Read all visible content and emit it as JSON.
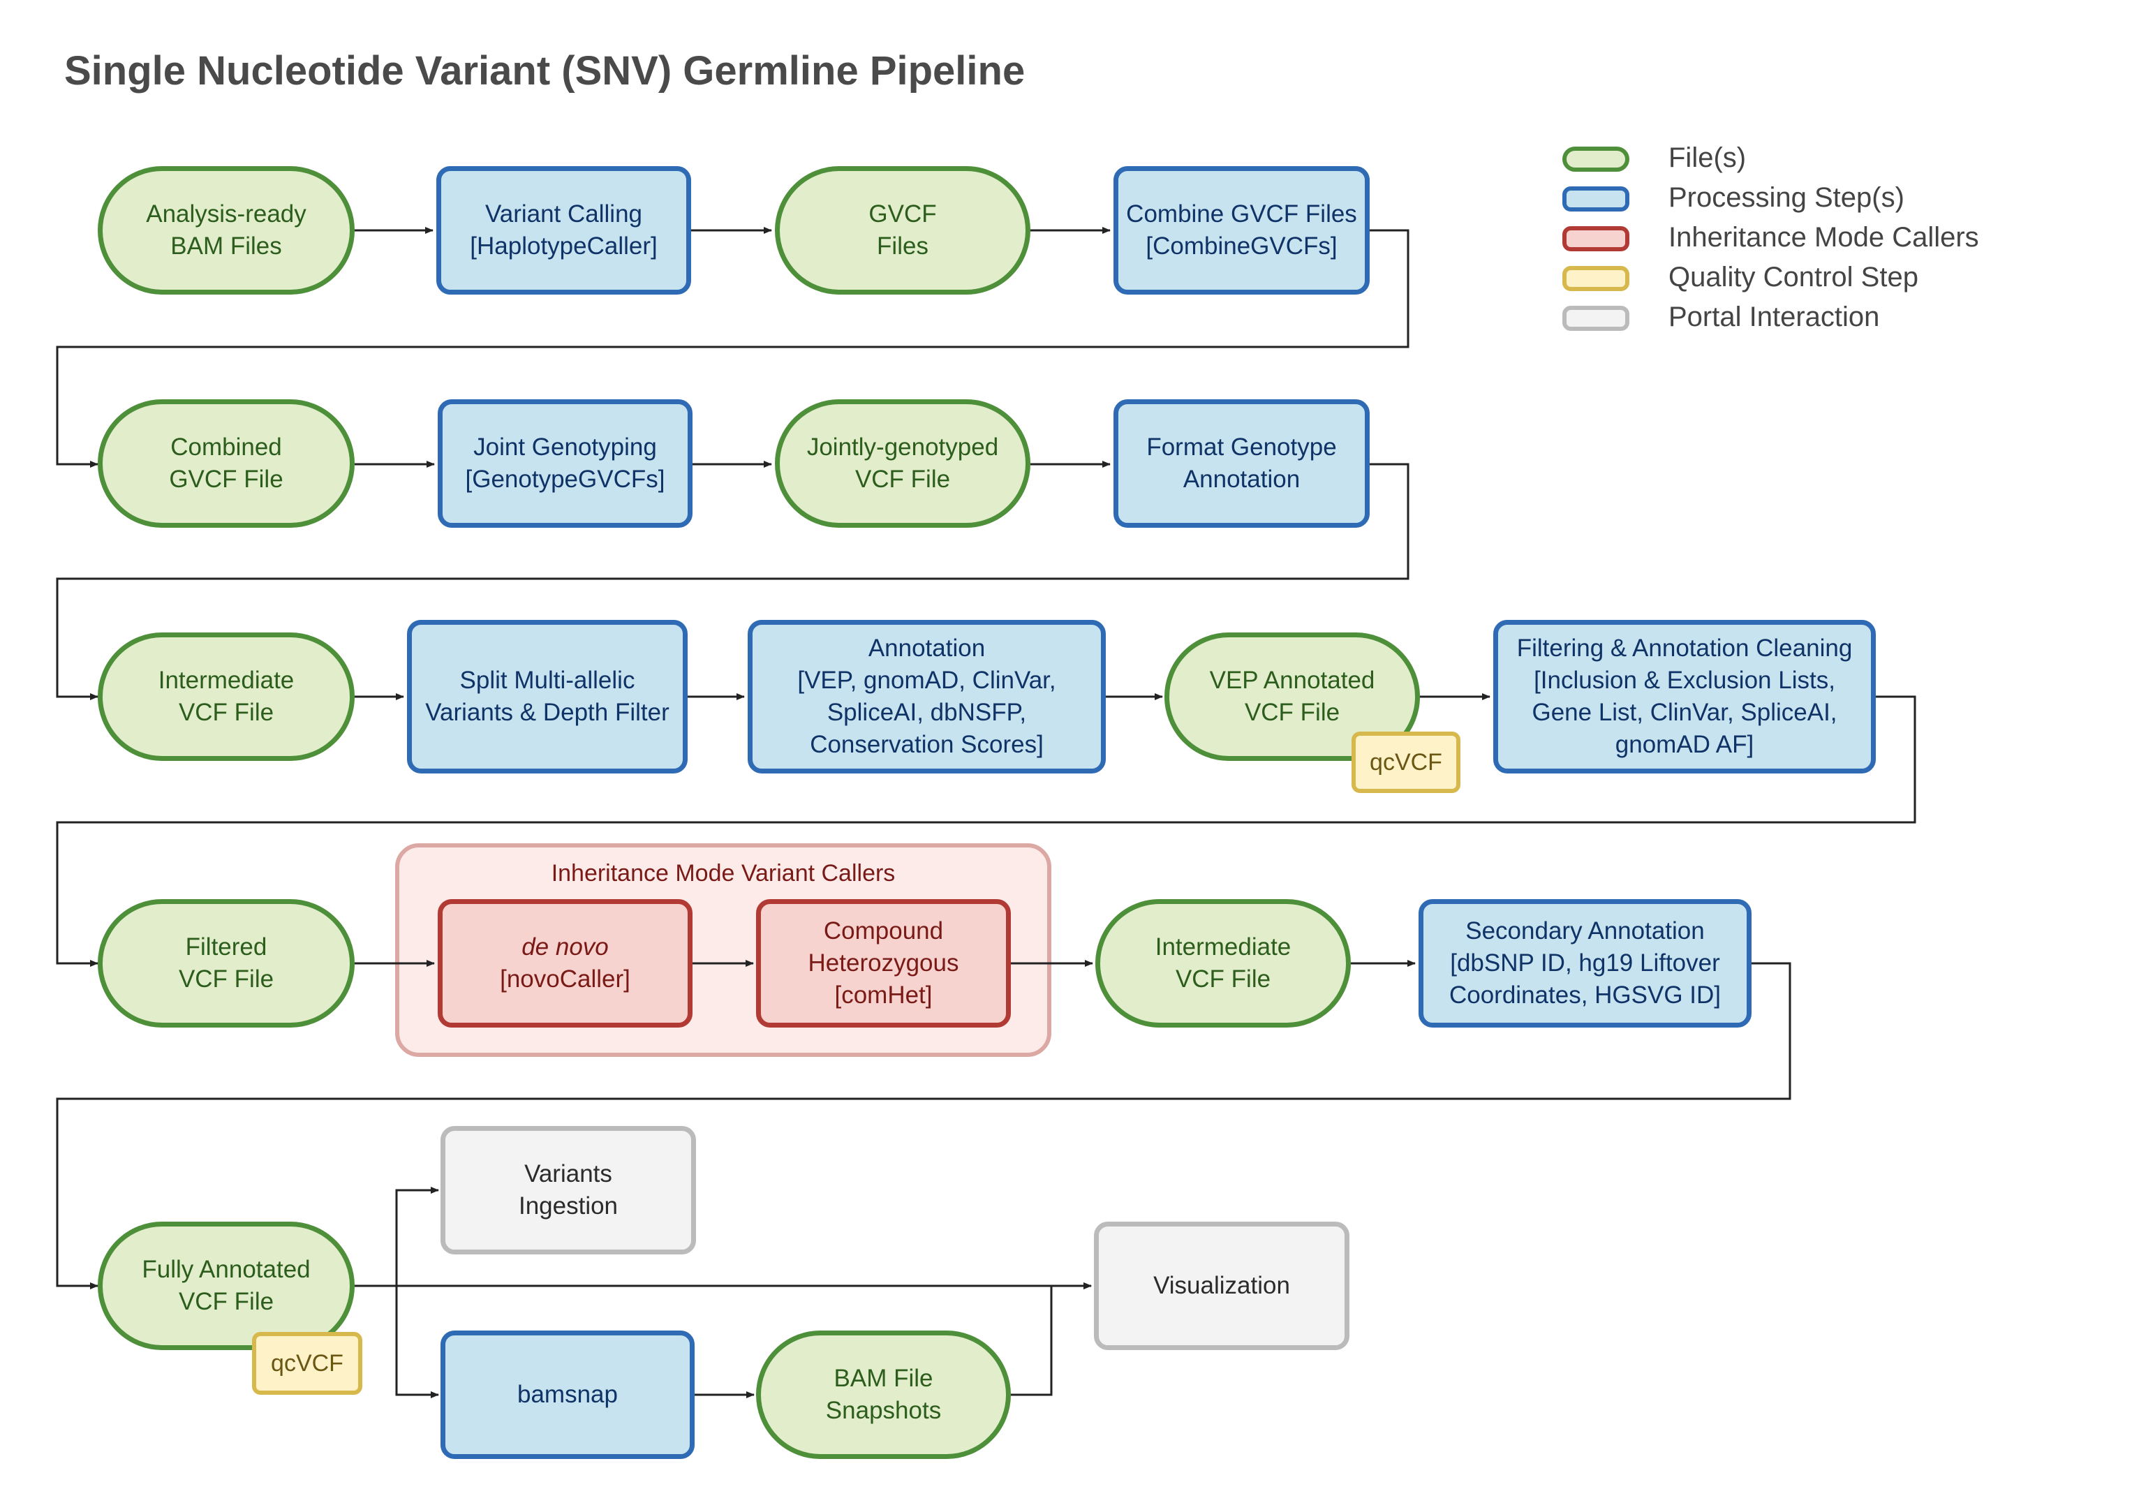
{
  "title": "Single Nucleotide Variant (SNV) Germline Pipeline",
  "legend": [
    {
      "kind": "file",
      "label": "File(s)"
    },
    {
      "kind": "proc",
      "label": "Processing Step(s)"
    },
    {
      "kind": "inh",
      "label": "Inheritance Mode Callers"
    },
    {
      "kind": "qc",
      "label": "Quality Control Step"
    },
    {
      "kind": "portal",
      "label": "Portal Interaction"
    }
  ],
  "colors": {
    "file_fill": "#e2eecb",
    "file_border": "#4e8f3a",
    "process_fill": "#c8e3f0",
    "process_border": "#2e6bb4",
    "inheritance_fill": "#f7d3d0",
    "inheritance_border": "#b23a35",
    "qc_fill": "#fdf2c8",
    "qc_border": "#d6b84c",
    "portal_fill": "#f3f3f3",
    "portal_border": "#bbbbbb",
    "connector": "#222222"
  },
  "group": {
    "label": "Inheritance Mode Variant Callers"
  },
  "nodes": {
    "bam": {
      "lines": [
        "Analysis-ready",
        "BAM Files"
      ]
    },
    "hc": {
      "lines": [
        "Variant Calling",
        "[HaplotypeCaller]"
      ]
    },
    "gvcf": {
      "lines": [
        "GVCF",
        "Files"
      ]
    },
    "comb": {
      "lines": [
        "Combine GVCF Files",
        "[CombineGVCFs]"
      ]
    },
    "cgvcf": {
      "lines": [
        "Combined",
        "GVCF File"
      ]
    },
    "jg": {
      "lines": [
        "Joint Genotyping",
        "[GenotypeGVCFs]"
      ]
    },
    "jgvcf": {
      "lines": [
        "Jointly-genotyped",
        "VCF File"
      ]
    },
    "fmt": {
      "lines": [
        "Format Genotype",
        "Annotation"
      ]
    },
    "ivcf1": {
      "lines": [
        "Intermediate",
        "VCF File"
      ]
    },
    "split": {
      "lines": [
        "Split Multi-allelic",
        "Variants & Depth Filter"
      ]
    },
    "annot": {
      "lines": [
        "Annotation",
        "[VEP, gnomAD, ClinVar,",
        "SpliceAI, dbNSFP,",
        "Conservation Scores]"
      ]
    },
    "vep": {
      "lines": [
        "VEP Annotated",
        "VCF File"
      ]
    },
    "qc1": {
      "lines": [
        "qcVCF"
      ]
    },
    "filt": {
      "lines": [
        "Filtering & Annotation Cleaning",
        "[Inclusion & Exclusion Lists,",
        "Gene List, ClinVar, SpliceAI,",
        "gnomAD AF]"
      ]
    },
    "fvcf": {
      "lines": [
        "Filtered",
        "VCF File"
      ]
    },
    "novo": {
      "lines": [
        "de novo",
        "[novoCaller]"
      ]
    },
    "comhet": {
      "lines": [
        "Compound",
        "Heterozygous",
        "[comHet]"
      ]
    },
    "ivcf2": {
      "lines": [
        "Intermediate",
        "VCF File"
      ]
    },
    "sec": {
      "lines": [
        "Secondary Annotation",
        "[dbSNP ID, hg19 Liftover",
        "Coordinates, HGSVG ID]"
      ]
    },
    "full": {
      "lines": [
        "Fully Annotated",
        "VCF File"
      ]
    },
    "qc2": {
      "lines": [
        "qcVCF"
      ]
    },
    "ingest": {
      "lines": [
        "Variants",
        "Ingestion"
      ]
    },
    "viz": {
      "lines": [
        "Visualization"
      ]
    },
    "bamsnap": {
      "lines": [
        "bamsnap"
      ]
    },
    "snaps": {
      "lines": [
        "BAM File",
        "Snapshots"
      ]
    }
  }
}
